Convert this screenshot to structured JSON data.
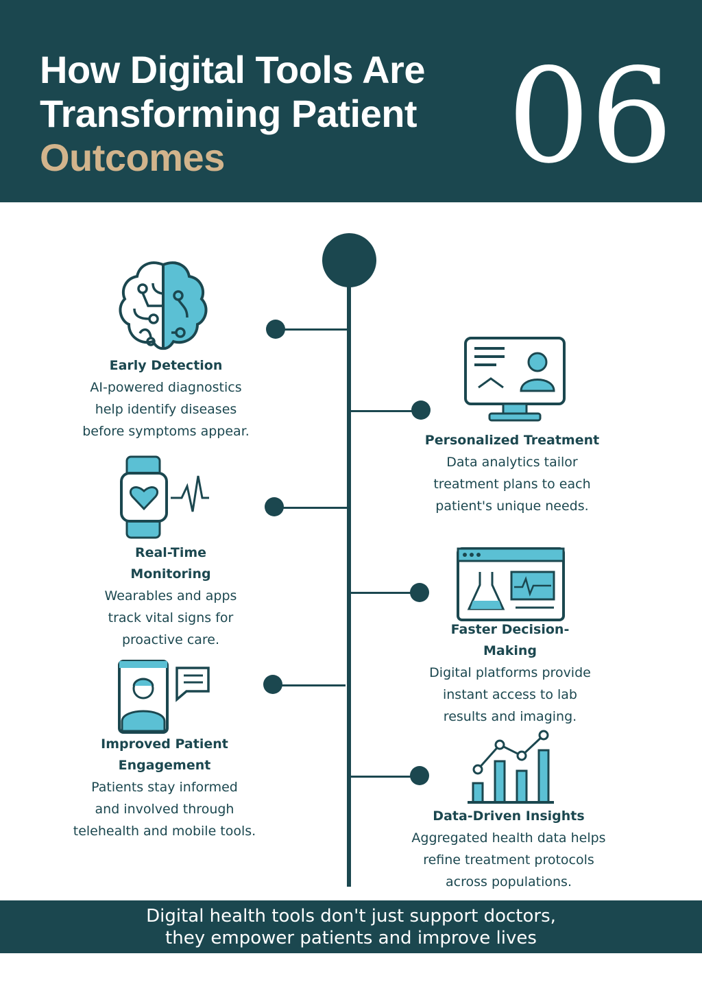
{
  "header": {
    "title_line1": "How Digital Tools Are",
    "title_line2": "Transforming Patient",
    "title_accent": "Outcomes",
    "number": "06"
  },
  "colors": {
    "primary": "#1b474f",
    "accent": "#d2b48c",
    "icon_fill": "#5bc0d4"
  },
  "items": [
    {
      "title": "Early Detection",
      "desc": [
        "AI-powered diagnostics",
        "help identify diseases",
        "before symptoms appear."
      ],
      "icon": "brain-circuit-icon"
    },
    {
      "title": "Personalized Treatment",
      "desc": [
        "Data analytics tailor",
        "treatment plans to each",
        "patient's unique needs."
      ],
      "icon": "monitor-profile-icon"
    },
    {
      "title": "Real-Time Monitoring",
      "desc": [
        "Wearables and apps",
        "track vital signs for",
        "proactive care."
      ],
      "icon": "smartwatch-heartbeat-icon"
    },
    {
      "title": "Faster Decision-Making",
      "desc": [
        "Digital platforms provide",
        "instant access to lab",
        "results and imaging."
      ],
      "icon": "lab-flask-browser-icon"
    },
    {
      "title": "Improved Patient Engagement",
      "desc": [
        "Patients stay informed",
        "and involved through",
        "telehealth and mobile tools."
      ],
      "icon": "tablet-chat-icon"
    },
    {
      "title": "Data-Driven Insights",
      "desc": [
        "Aggregated health data helps",
        "refine treatment protocols",
        "across populations."
      ],
      "icon": "bar-chart-trend-icon"
    }
  ],
  "footer": {
    "line1": "Digital health tools don't just support doctors,",
    "line2": "they empower patients and improve lives"
  }
}
